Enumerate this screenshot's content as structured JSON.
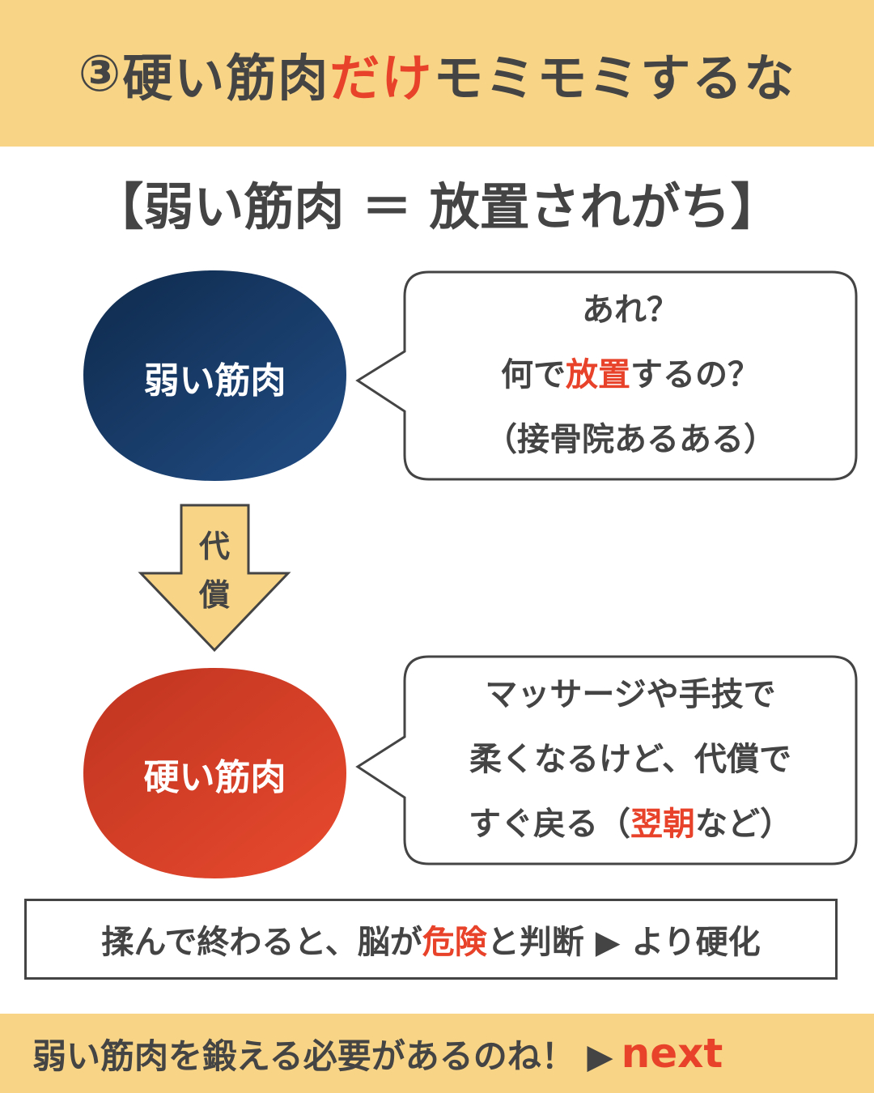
{
  "header": {
    "num": "③ ",
    "pre": "硬い筋肉",
    "hl": "だけ",
    "post": "モミモミするな"
  },
  "subtitle": "【弱い筋肉 ＝ 放置されがち】",
  "weak": {
    "label": "弱い筋肉",
    "bubble": {
      "line1": "あれ？",
      "line2_pre": "何で",
      "line2_hl": "放置",
      "line2_post": "するの？",
      "line3": "（接骨院あるある）"
    }
  },
  "arrow": {
    "char1": "代",
    "char2": "償"
  },
  "hard": {
    "label": "硬い筋肉",
    "bubble": {
      "line1": "マッサージや手技で",
      "line2": "柔くなるけど、代償で",
      "line3_pre": "すぐ戻る（",
      "line3_hl": "翌朝",
      "line3_post": "など）"
    }
  },
  "note": {
    "pre": "揉んで終わると、脳が",
    "hl": "危険",
    "post": "と判断 ▶ より硬化"
  },
  "footer": {
    "text": "弱い筋肉を鍛える必要があるのね！ ▶ ",
    "next": "next"
  },
  "colors": {
    "yellow": "#F8D586",
    "red": "#E8432A",
    "navy": "#1B3F6E",
    "text": "#444444"
  }
}
